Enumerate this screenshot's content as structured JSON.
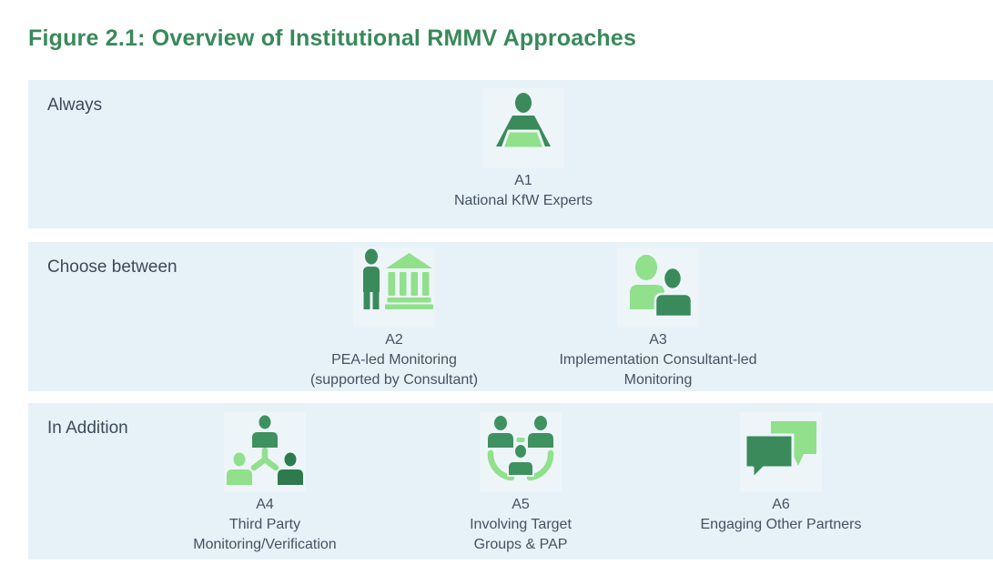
{
  "figure": {
    "title": "Figure 2.1: Overview of Institutional RMMV Approaches"
  },
  "colors": {
    "title_green": "#38895a",
    "band_bg": "#e7f1f8",
    "tile_bg": "#eef5f9",
    "dark_green": "#3a8a5c",
    "darker_green": "#2d7a4f",
    "mid_green": "#3f9160",
    "light_green": "#90e08c",
    "label_color": "#3d4b58",
    "caption_color": "#45525f"
  },
  "bands": [
    {
      "label": "Always",
      "items": [
        {
          "id": "A1",
          "icon": "person-laptop-icon",
          "caption_lines": [
            "National KfW Experts"
          ]
        }
      ]
    },
    {
      "label": "Choose between",
      "items": [
        {
          "id": "A2",
          "icon": "person-institution-icon",
          "caption_lines": [
            "PEA-led Monitoring",
            "(supported by Consultant)"
          ]
        },
        {
          "id": "A3",
          "icon": "two-people-icon",
          "caption_lines": [
            "Implementation Consultant-led",
            "Monitoring"
          ]
        }
      ]
    },
    {
      "label": "In Addition",
      "items": [
        {
          "id": "A4",
          "icon": "people-hierarchy-icon",
          "caption_lines": [
            "Third Party",
            "Monitoring/Verification"
          ]
        },
        {
          "id": "A5",
          "icon": "people-circle-icon",
          "caption_lines": [
            "Involving Target",
            "Groups & PAP"
          ]
        },
        {
          "id": "A6",
          "icon": "speech-bubbles-icon",
          "caption_lines": [
            "Engaging Other Partners"
          ]
        }
      ]
    }
  ]
}
